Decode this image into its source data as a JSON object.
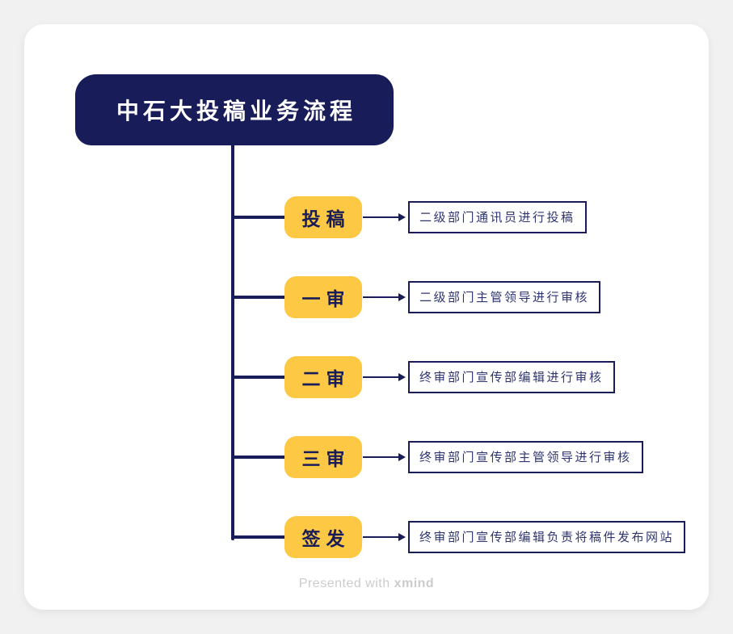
{
  "root": {
    "title": "中石大投稿业务流程"
  },
  "branches": [
    {
      "label": "投稿",
      "detail": "二级部门通讯员进行投稿"
    },
    {
      "label": "一审",
      "detail": "二级部门主管领导进行审核"
    },
    {
      "label": "二审",
      "detail": "终审部门宣传部编辑进行审核"
    },
    {
      "label": "三审",
      "detail": "终审部门宣传部主管领导进行审核"
    },
    {
      "label": "签发",
      "detail": "终审部门宣传部编辑负责将稿件发布网站"
    }
  ],
  "footer": {
    "prefix": "Presented with ",
    "brand": "xmind"
  },
  "colors": {
    "navy": "#181c58",
    "yellow": "#fdc844",
    "card": "#ffffff",
    "background": "#f1f1f2",
    "detail_text": "#2e3570",
    "footer_text": "#cccccc"
  }
}
